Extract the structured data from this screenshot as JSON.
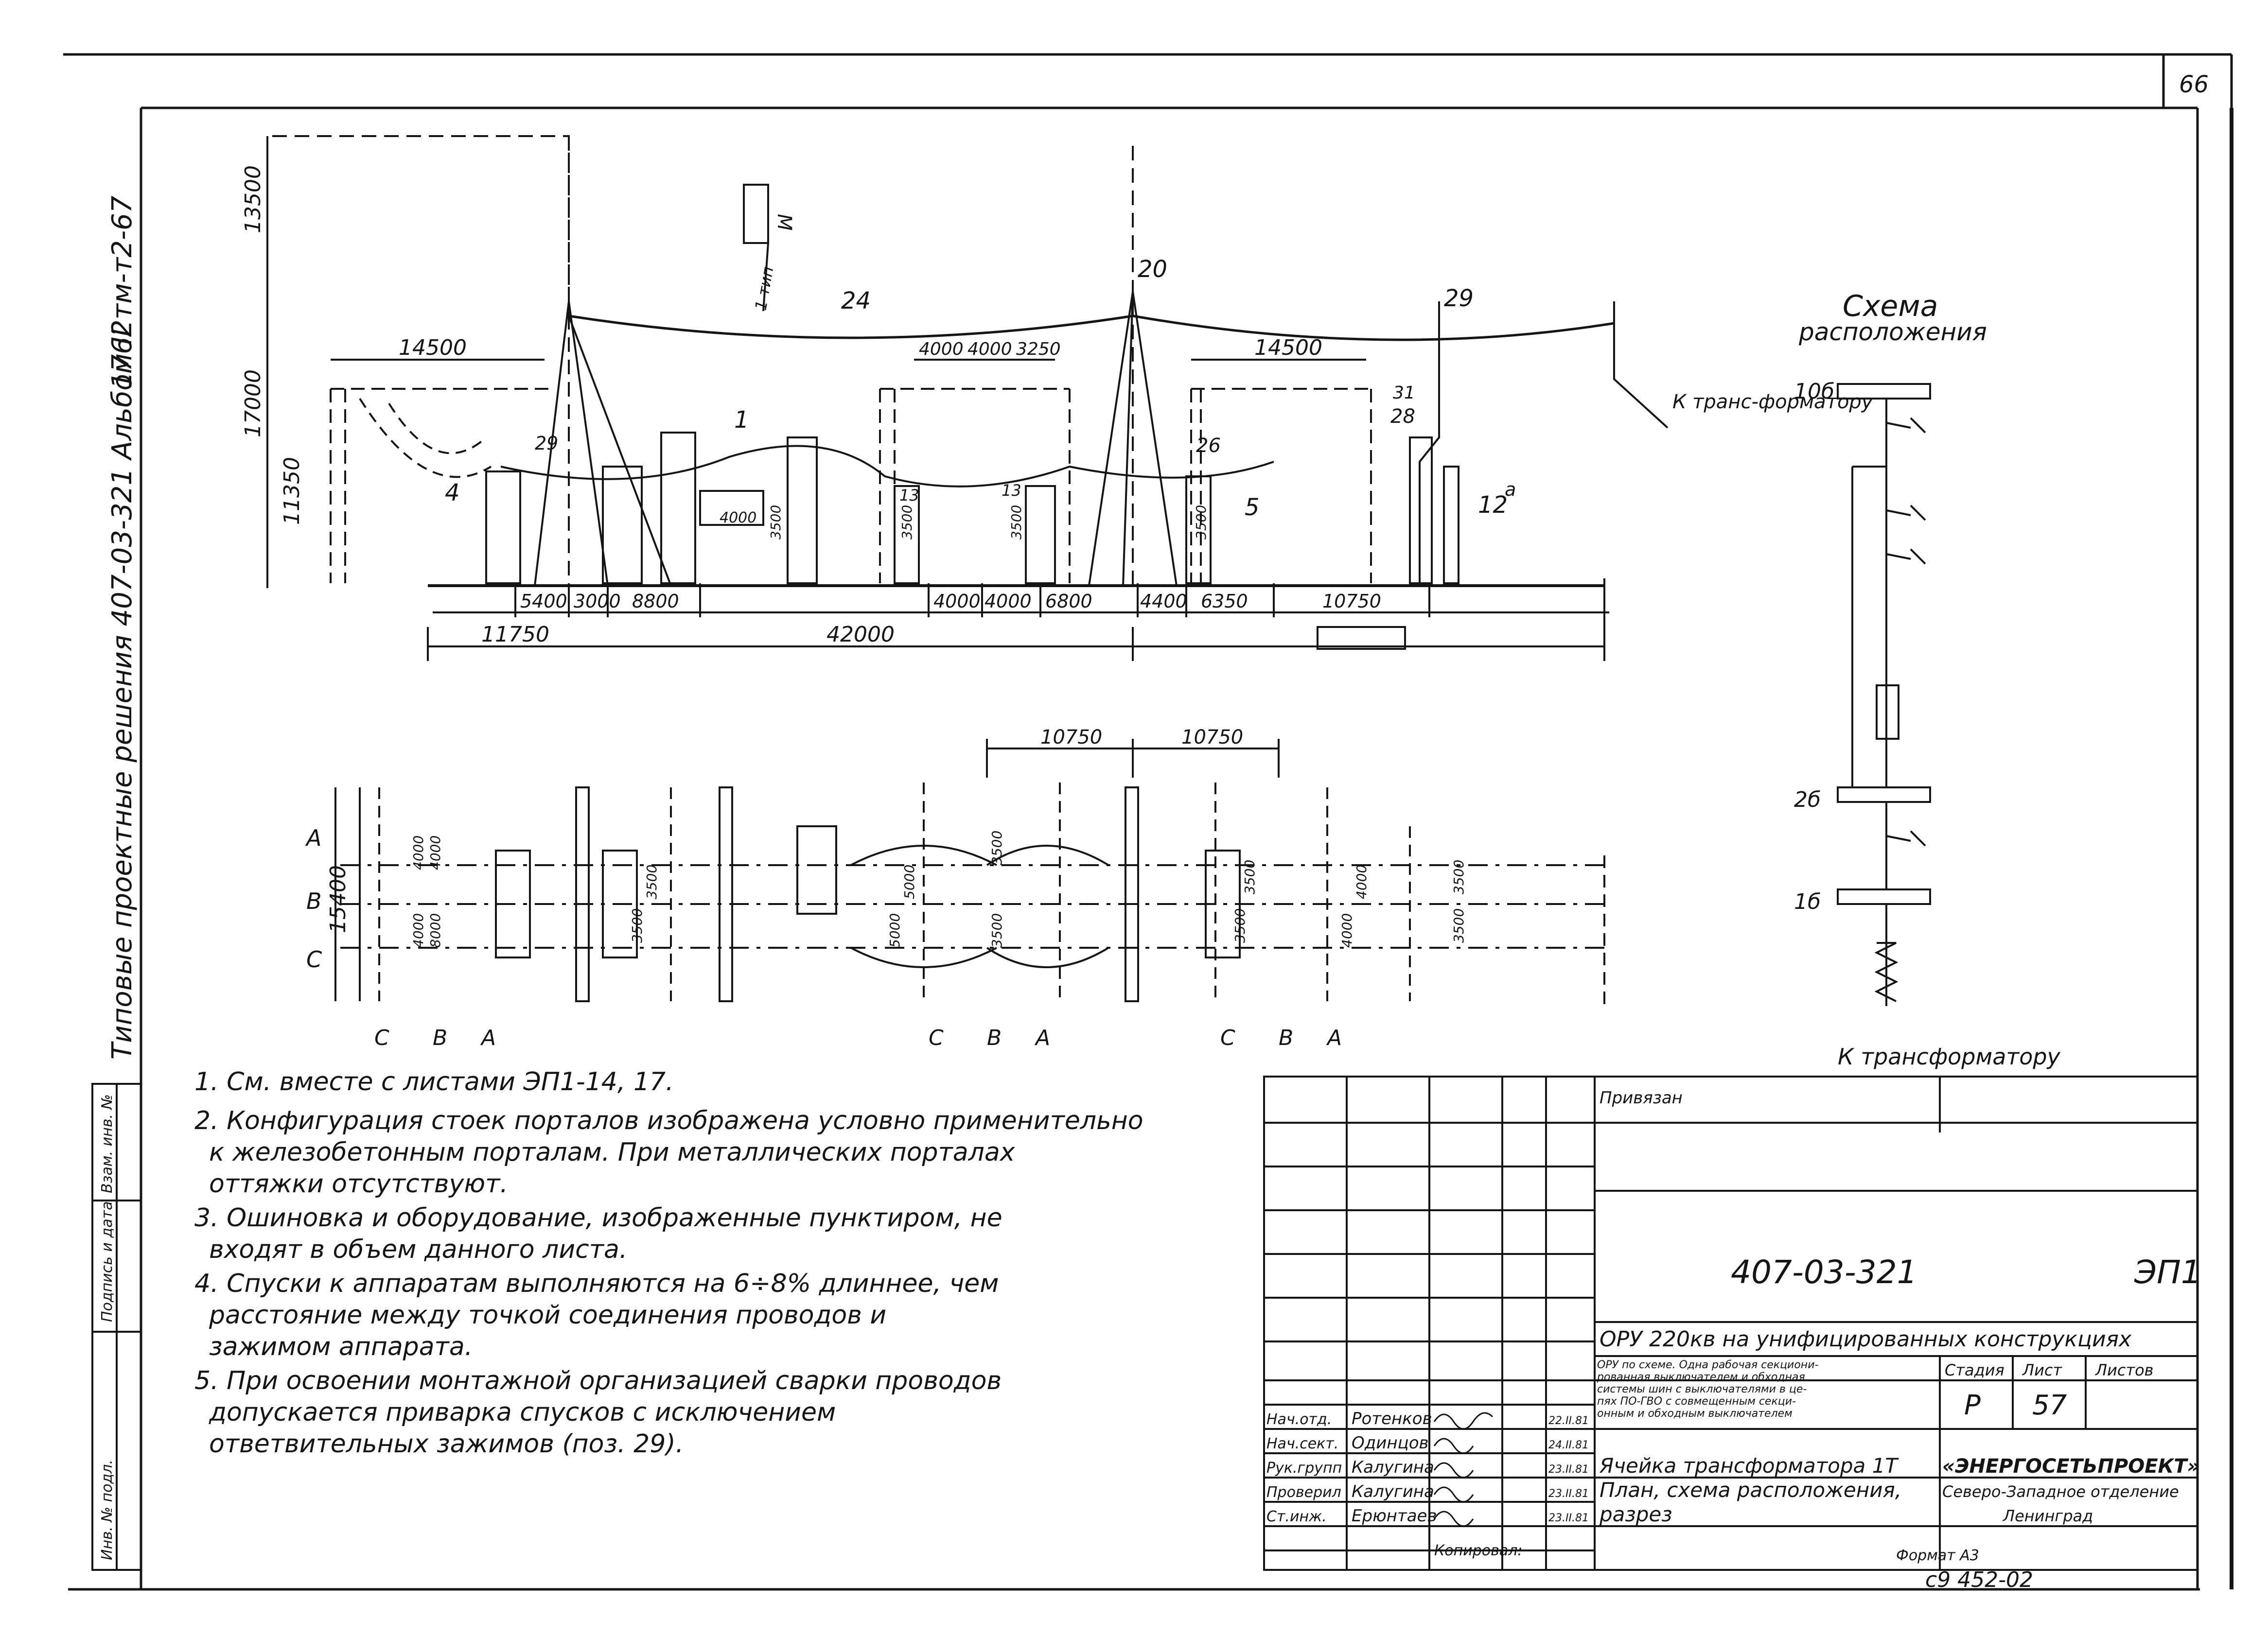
{
  "sheet": {
    "corner_number": "66",
    "side_text_main": "Типовые проектные решения 407-03-321 Альбом II",
    "side_text_code": "1762тм-т2-67",
    "side_stamp": [
      "Инв. № подл.",
      "Подпись и дата",
      "Взам. инв. №"
    ]
  },
  "section": {
    "dims": [
      "13500",
      "17000",
      "11350",
      "14500",
      "4000",
      "4000",
      "3250",
      "14500",
      "5400",
      "3000",
      "8800",
      "4000",
      "4000",
      "6800",
      "4400",
      "6350",
      "10750",
      "11750",
      "42000",
      "4000",
      "3500",
      "3500",
      "3500",
      "3500"
    ],
    "labels": [
      "24",
      "20",
      "29",
      "1",
      "31",
      "28",
      "26",
      "5",
      "4",
      "29",
      "13",
      "13",
      "12",
      "а",
      "М",
      "1 тип"
    ],
    "transformer_label": "К транс-форматору"
  },
  "plan": {
    "dims_top": [
      "10750",
      "10750"
    ],
    "phase_rows": [
      "А",
      "В",
      "С"
    ],
    "height_dim": "15400",
    "phase_cols": [
      "С",
      "В",
      "А"
    ],
    "dims": [
      "4000",
      "4000",
      "4000",
      "8000",
      "3500",
      "3500",
      "5000",
      "5000",
      "3500",
      "3500",
      "3500",
      "3500",
      "4000",
      "4000",
      "3500",
      "3500"
    ]
  },
  "scheme": {
    "title_1": "Схема",
    "title_2": "расположения",
    "labels": [
      "10б",
      "2б",
      "1б"
    ],
    "bottom": "К трансформатору"
  },
  "notes": [
    "1. См. вместе с листами    ЭП1-14, 17.",
    "2. Конфигурация стоек порталов изображена условно применительно",
    "к железобетонным порталам. При металлических порталах",
    "оттяжки отсутствуют.",
    "3. Ошиновка и оборудование,  изображенные  пунктиром,  не",
    "входят в объем данного листа.",
    "4. Спуски к аппаратам выполняются на 6÷8% длиннее, чем",
    "расстояние между точкой соединения  проводов  и",
    "зажимом  аппарата.",
    "5. При освоении  монтажной организацией сварки проводов",
    "допускается  приварка спусков с исключением",
    "ответвительных  зажимов (поз. 29)."
  ],
  "title_block": {
    "privyazan": "Привязан",
    "doc_number": "407-03-321",
    "sheet_code": "ЭП1",
    "project": "ОРУ 220кв на унифицированных конструкциях",
    "desc": [
      "ОРУ по схеме. Одна рабочая секциони-",
      "рованная выключателем и обходная",
      "системы шин с выключателями в це-",
      "пях ПО-ГВО с совмещенным секци-",
      "онным и обходным выключателем"
    ],
    "col_headers": [
      "Стадия",
      "Лист",
      "Листов"
    ],
    "stage": "Р",
    "sheet_no": "57",
    "sheets_total": "",
    "roles": [
      "Нач.отд.",
      "Нач.сект.",
      "Рук.групп",
      "Проверил",
      "Ст.инж."
    ],
    "names": [
      "Ротенков",
      "Одинцов",
      "Калугина",
      "Калугина",
      "Ерюнтаев"
    ],
    "dates": [
      "22.II.81",
      "24.II.81",
      "23.II.81",
      "23.II.81",
      "23.II.81"
    ],
    "drawing_title": [
      "Ячейка трансформатора 1Т",
      "План, схема расположения,",
      "разрез"
    ],
    "org_name": "«ЭНЕРГОСЕТЬПРОЕКТ»",
    "org_sub_1": "Северо-Западное отделение",
    "org_sub_2": "Ленинград",
    "kopiroval": "Копировал:",
    "format": "Формат А3",
    "archive": "с9 452-02"
  }
}
